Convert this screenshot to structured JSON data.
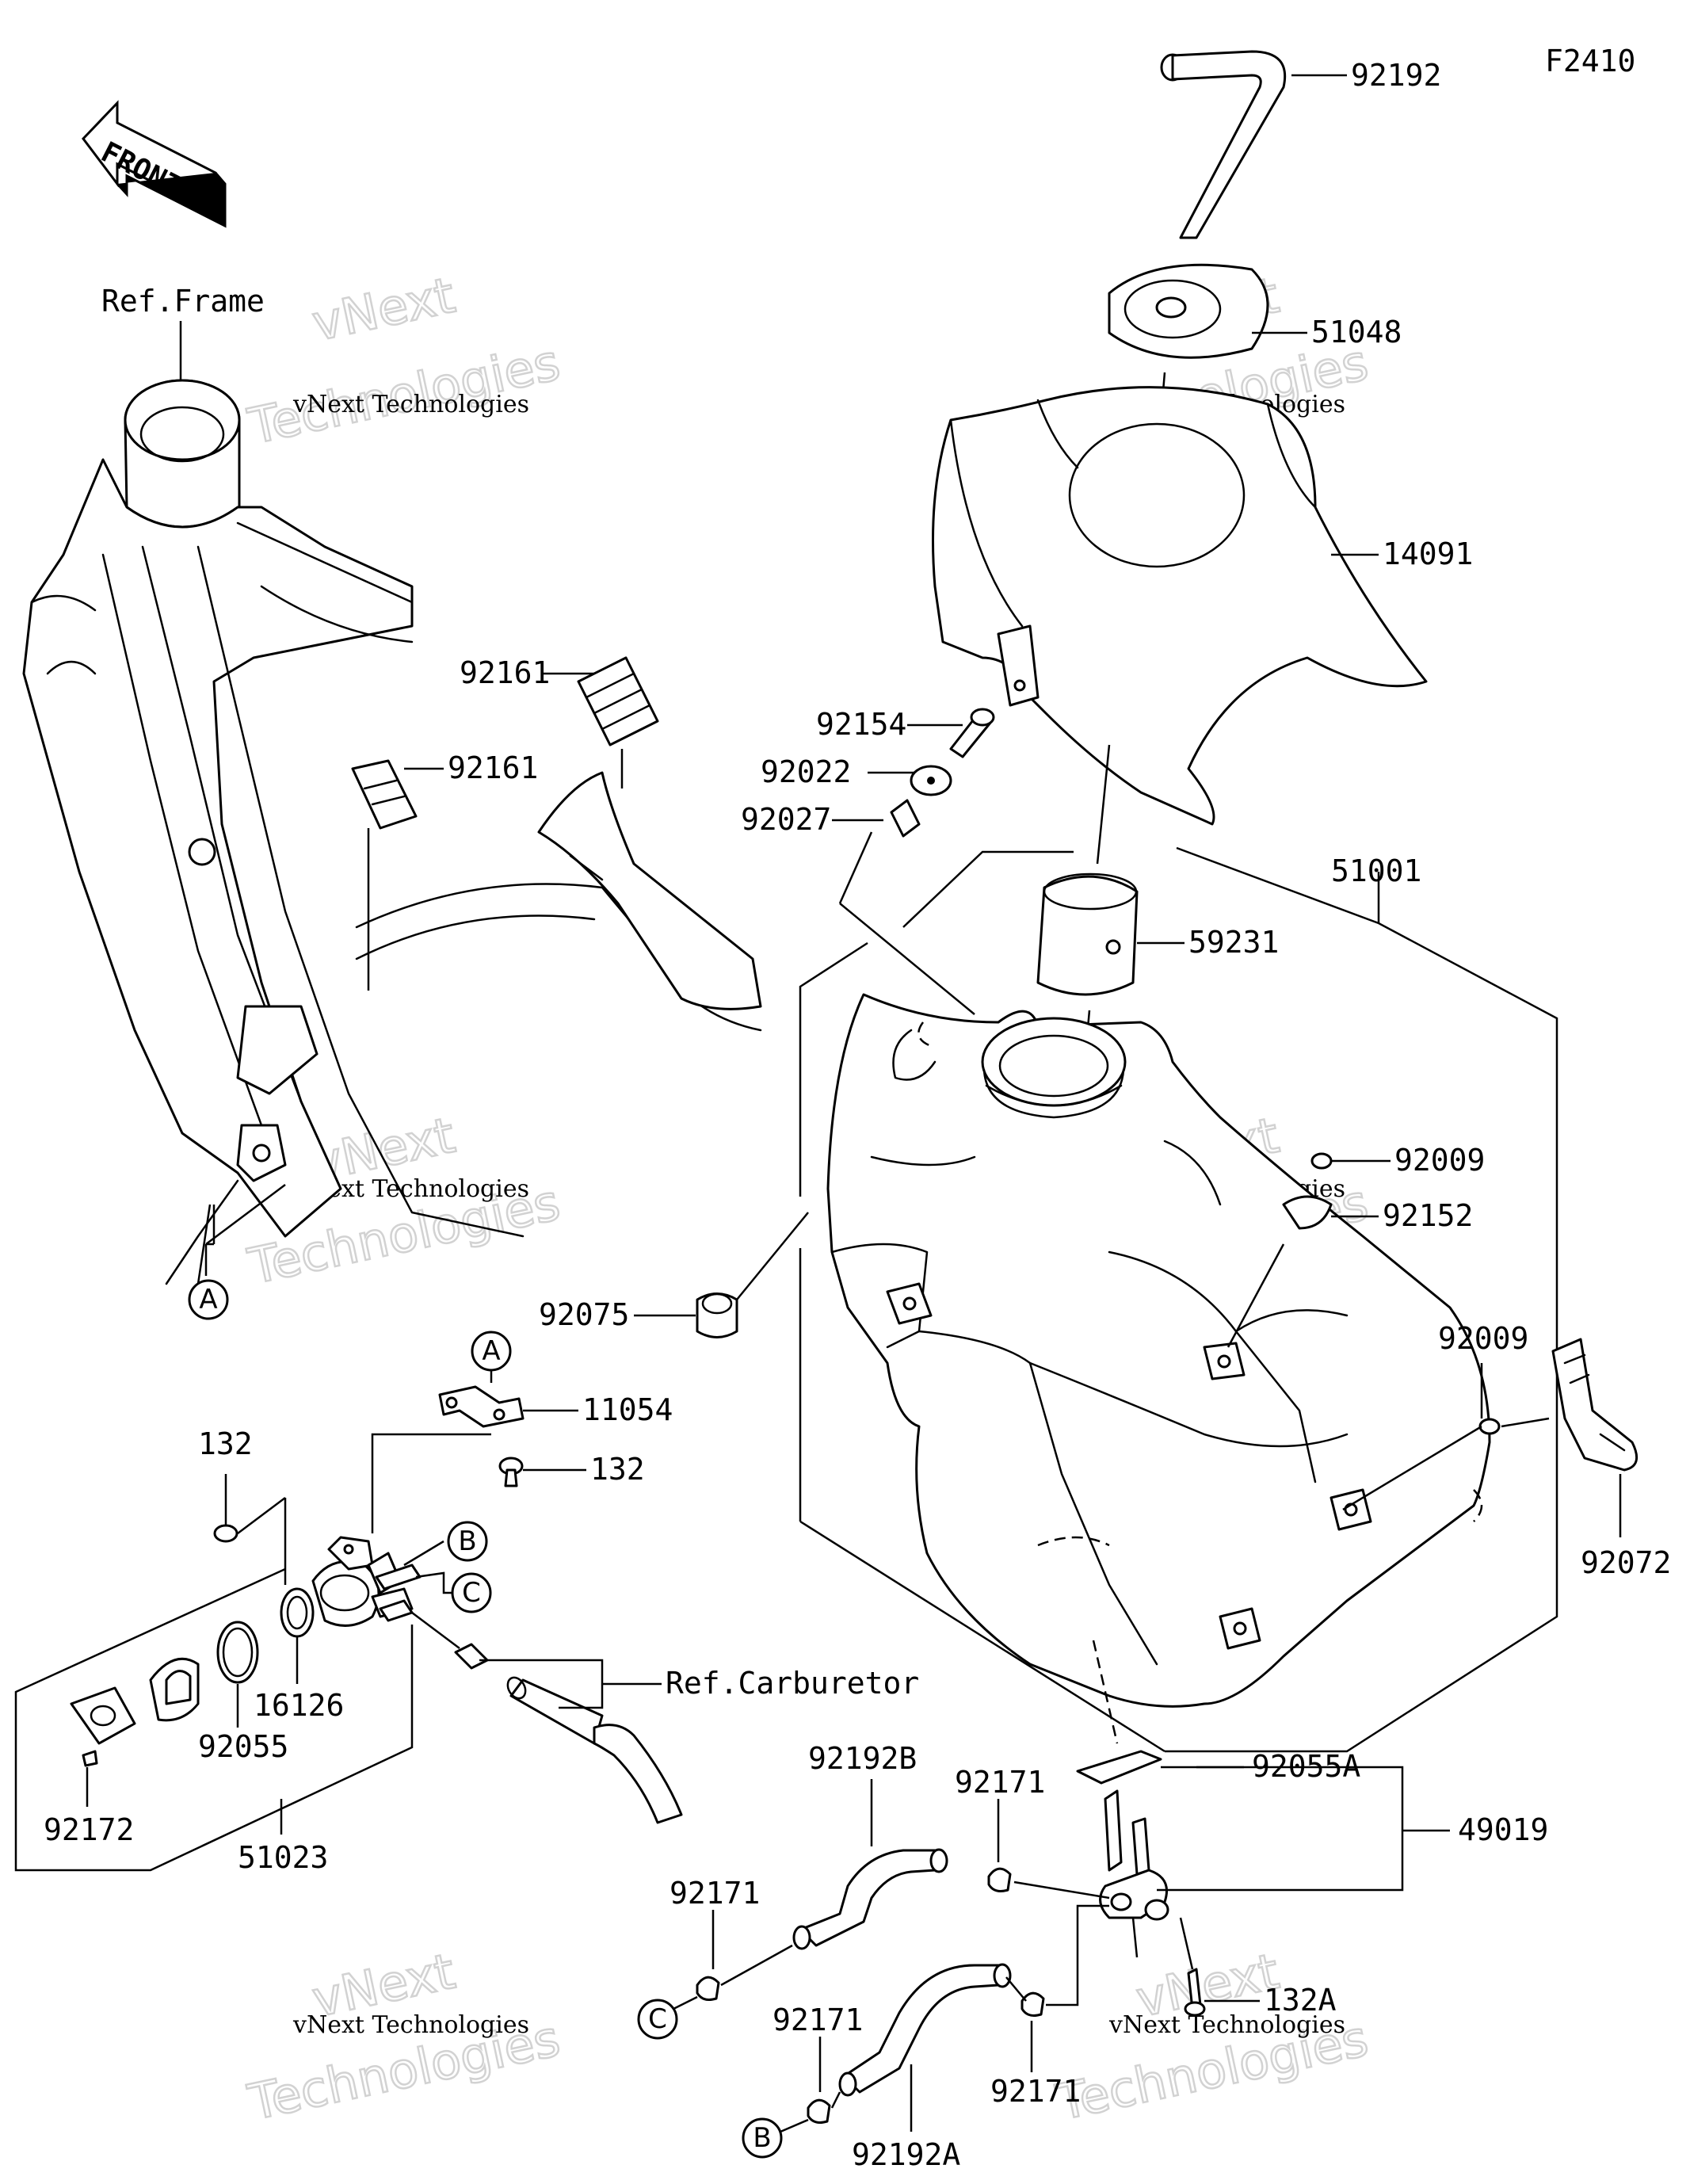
{
  "figure_code": "F2410",
  "front_arrow": {
    "label": "FRONT",
    "icon": "front-arrow-icon"
  },
  "references": {
    "frame": "Ref.Frame",
    "carburetor": "Ref.Carburetor"
  },
  "watermark": {
    "line1": "vNext Technologies",
    "line2": "vNext",
    "line3": "Technologies"
  },
  "markers": {
    "A": "A",
    "B": "B",
    "C": "C"
  },
  "parts": {
    "p92192": "92192",
    "p51048": "51048",
    "p14091": "14091",
    "p92161_a": "92161",
    "p92161_b": "92161",
    "p92154": "92154",
    "p92022": "92022",
    "p92027": "92027",
    "p51001": "51001",
    "p59231": "59231",
    "p92009_a": "92009",
    "p92152": "92152",
    "p92075": "92075",
    "p92009_b": "92009",
    "p92072": "92072",
    "p11054": "11054",
    "p132_a": "132",
    "p132_b": "132",
    "p16126": "16126",
    "p92055": "92055",
    "p92172": "92172",
    "p51023": "51023",
    "p92192B": "92192B",
    "p92171_a": "92171",
    "p92055A": "92055A",
    "p49019": "49019",
    "p92171_b": "92171",
    "p132A": "132A",
    "p92171_c": "92171",
    "p92171_d": "92171",
    "p92192A": "92192A"
  }
}
